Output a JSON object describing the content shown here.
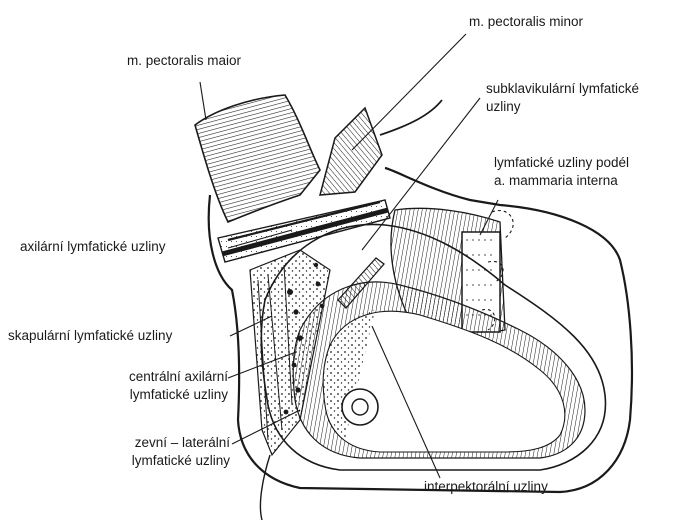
{
  "labels": {
    "pectoralis_maior": "m. pectoralis maior",
    "pectoralis_minor": "m. pectoralis minor",
    "subklavikularni_1": "subklavikulární lymfatické",
    "subklavikularni_2": "uzliny",
    "mammaria_1": "lymfatické uzliny podél",
    "mammaria_2": "a. mammaria interna",
    "axilarni": "axilární lymfatické uzliny",
    "skapularni": "skapulární lymfatické uzliny",
    "centralni_1": "centrální axilární",
    "centralni_2": "lymfatické uzliny",
    "zevni_1": "zevní – laterální",
    "zevni_2": "lymfatické uzliny",
    "interpektoralni": "interpektorální uzliny"
  },
  "colors": {
    "ink": "#1a1a1a",
    "paper": "#ffffff",
    "node_fill": "#ffffff"
  }
}
